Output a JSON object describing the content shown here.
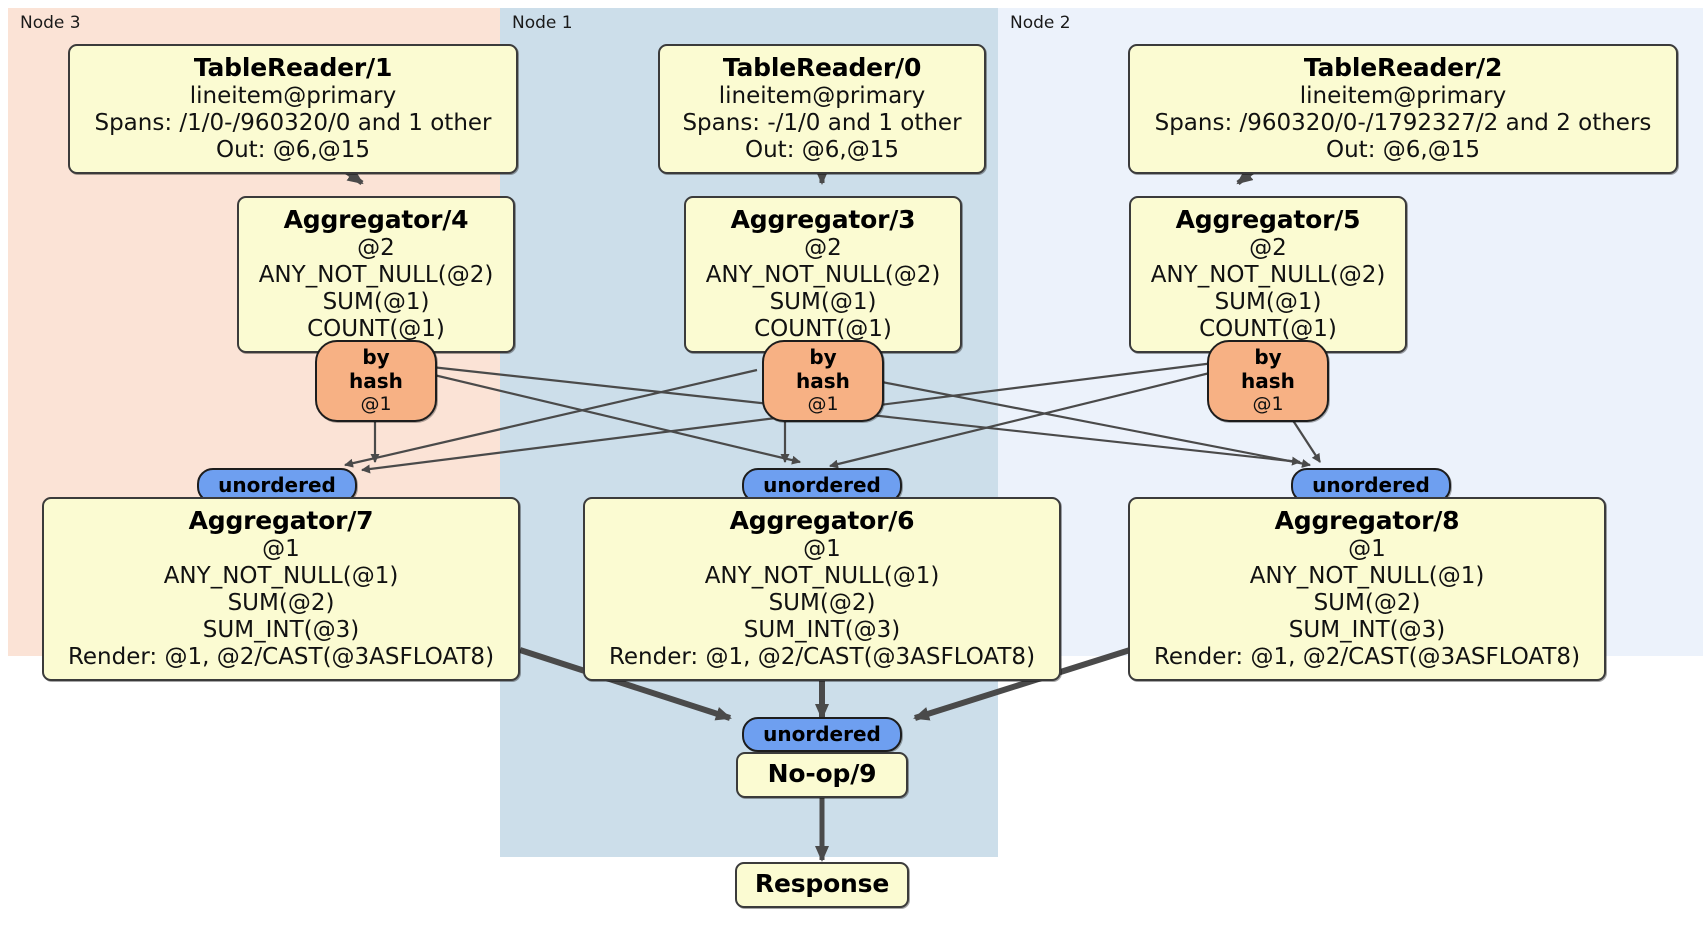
{
  "diagram": {
    "type": "distsql-physical-plan",
    "panels": [
      {
        "label": "Node 3",
        "color": "#fbe3d6"
      },
      {
        "label": "Node 1",
        "color": "#ccdeea"
      },
      {
        "label": "Node 2",
        "color": "#ecf2fb"
      }
    ],
    "processors": [
      {
        "id": "tablereader-1",
        "title": "TableReader/1",
        "lines": [
          "lineitem@primary",
          "Spans: /1/0-/960320/0 and 1 other",
          "Out: @6,@15"
        ]
      },
      {
        "id": "tablereader-0",
        "title": "TableReader/0",
        "lines": [
          "lineitem@primary",
          "Spans: -/1/0 and 1 other",
          "Out: @6,@15"
        ]
      },
      {
        "id": "tablereader-2",
        "title": "TableReader/2",
        "lines": [
          "lineitem@primary",
          "Spans: /960320/0-/1792327/2 and 2 others",
          "Out: @6,@15"
        ]
      },
      {
        "id": "aggregator-4",
        "title": "Aggregator/4",
        "lines": [
          "@2",
          "ANY_NOT_NULL(@2)",
          "SUM(@1)",
          "COUNT(@1)"
        ]
      },
      {
        "id": "aggregator-3",
        "title": "Aggregator/3",
        "lines": [
          "@2",
          "ANY_NOT_NULL(@2)",
          "SUM(@1)",
          "COUNT(@1)"
        ]
      },
      {
        "id": "aggregator-5",
        "title": "Aggregator/5",
        "lines": [
          "@2",
          "ANY_NOT_NULL(@2)",
          "SUM(@1)",
          "COUNT(@1)"
        ]
      },
      {
        "id": "aggregator-7",
        "title": "Aggregator/7",
        "lines": [
          "@1",
          "ANY_NOT_NULL(@1)",
          "SUM(@2)",
          "SUM_INT(@3)",
          "Render: @1, @2/CAST(@3ASFLOAT8)"
        ]
      },
      {
        "id": "aggregator-6",
        "title": "Aggregator/6",
        "lines": [
          "@1",
          "ANY_NOT_NULL(@1)",
          "SUM(@2)",
          "SUM_INT(@3)",
          "Render: @1, @2/CAST(@3ASFLOAT8)"
        ]
      },
      {
        "id": "aggregator-8",
        "title": "Aggregator/8",
        "lines": [
          "@1",
          "ANY_NOT_NULL(@1)",
          "SUM(@2)",
          "SUM_INT(@3)",
          "Render: @1, @2/CAST(@3ASFLOAT8)"
        ]
      },
      {
        "id": "noop-9",
        "title": "No-op/9",
        "lines": []
      },
      {
        "id": "response",
        "title": "Response",
        "lines": []
      }
    ],
    "router_pills": [
      {
        "id": "hash-left",
        "title": "by hash",
        "sub": "@1"
      },
      {
        "id": "hash-center",
        "title": "by hash",
        "sub": "@1"
      },
      {
        "id": "hash-right",
        "title": "by hash",
        "sub": "@1"
      }
    ],
    "sync_pills": [
      {
        "id": "unordered-left",
        "title": "unordered"
      },
      {
        "id": "unordered-center",
        "title": "unordered"
      },
      {
        "id": "unordered-right",
        "title": "unordered"
      },
      {
        "id": "unordered-final",
        "title": "unordered"
      }
    ],
    "colors": {
      "processor_fill": "#fbfbd2",
      "processor_stroke": "#3b3b3b",
      "hash_fill": "#f7b184",
      "unordered_fill": "#6e9ff0",
      "node3_fill": "#fbe3d6",
      "node1_fill": "#ccdeea",
      "node2_fill": "#ecf2fb",
      "edge_thin": "#4a4a4a",
      "edge_thick": "#4a4a4a"
    }
  }
}
